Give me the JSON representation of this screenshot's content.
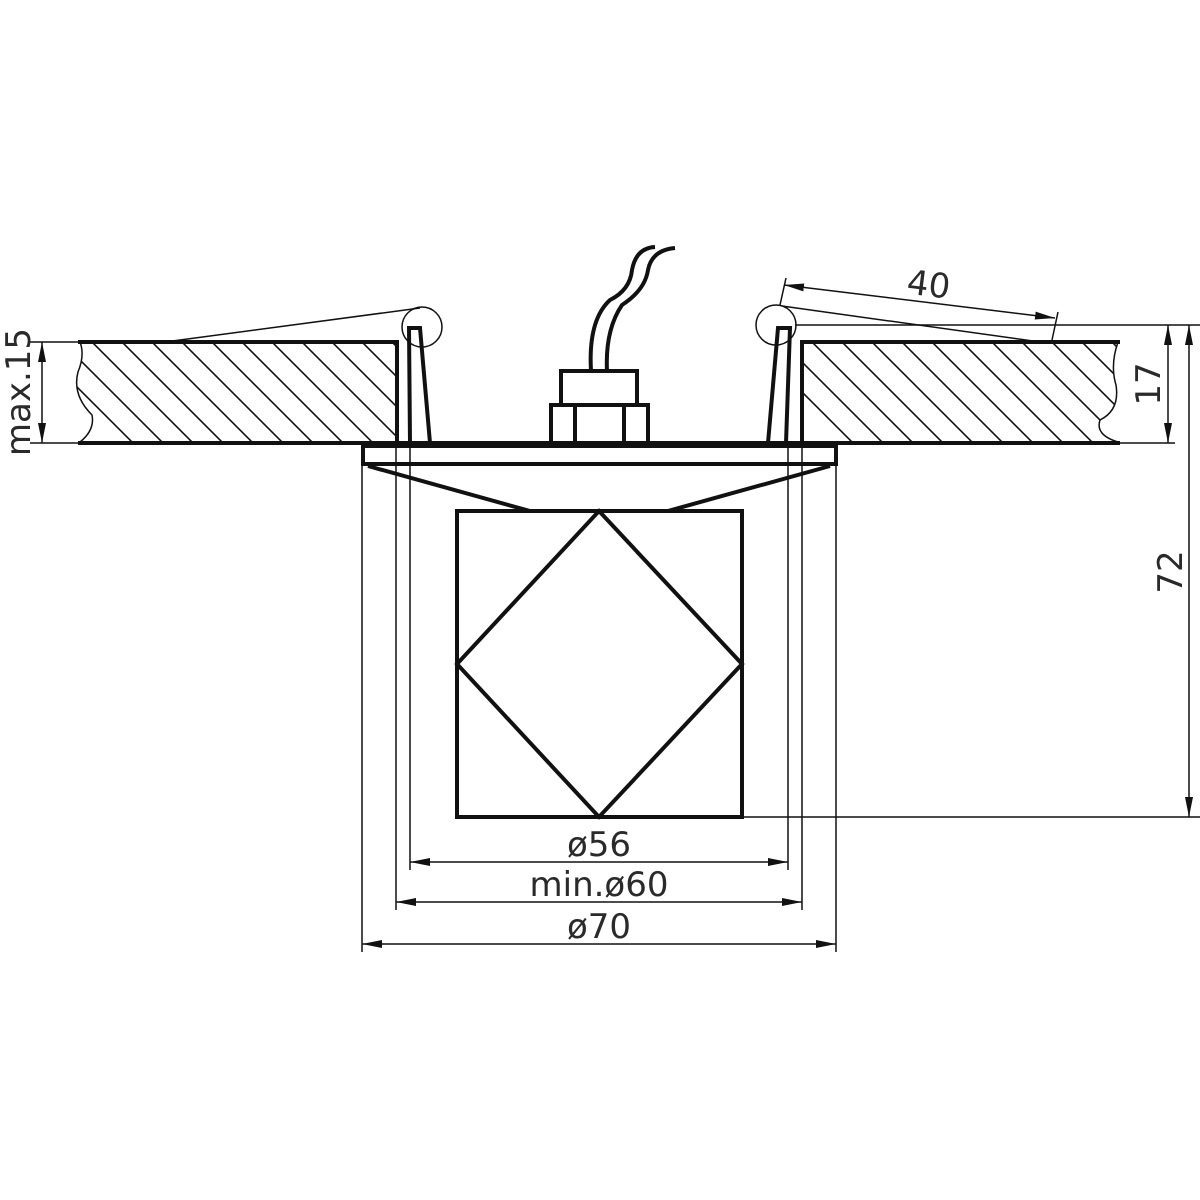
{
  "drawing": {
    "title": "Recessed ceiling downlight with crystal cube - installation dimensions",
    "stroke_color": "#111111",
    "background": "#ffffff"
  },
  "dimensions": {
    "ceiling_thickness_max": "max.15",
    "spring_clip_length": "40",
    "spring_clip_height": "17",
    "total_height": "72",
    "body_diameter": "ø56",
    "cutout_diameter": "min.ø60",
    "flange_diameter": "ø70"
  },
  "parts": {
    "ceiling_left": "ceiling-board-section",
    "ceiling_right": "ceiling-board-section",
    "spring_clip_left": "spring-clip",
    "spring_clip_right": "spring-clip",
    "connector": "terminal-block",
    "cable": "power-cable",
    "flange": "trim-ring",
    "crystal": "crystal-cube"
  }
}
